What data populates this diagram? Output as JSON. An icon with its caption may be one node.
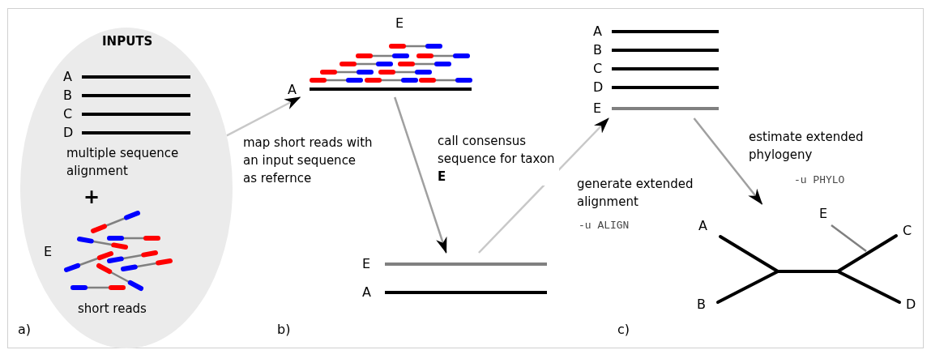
{
  "diagram": {
    "nodes": [
      {
        "text": [
          "INPUTS",
          "A",
          "B",
          "C",
          "D",
          "multiple sequence alignment",
          "+",
          "E",
          "short reads"
        ]
      },
      {
        "text": [
          "E",
          "A"
        ]
      },
      {
        "text": [
          "E",
          "A"
        ]
      },
      {
        "text": [
          "A",
          "B",
          "C",
          "D",
          "E"
        ]
      },
      {
        "text": [
          "A",
          "E",
          "C",
          "B",
          "D"
        ]
      }
    ],
    "edges": [
      {
        "from": 0,
        "to": 1,
        "arrow": "to",
        "label": "map short reads with an input sequence as refernce",
        "color": "#c8c8c8"
      },
      {
        "from": 1,
        "to": 2,
        "arrow": "to",
        "label": "call consensus sequence for taxon **E**",
        "color": "#a0a0a0"
      },
      {
        "from": 2,
        "to": 3,
        "arrow": "to",
        "label": "generate extended alignment",
        "color": "#c8c8c8"
      },
      {
        "from": 3,
        "to": 4,
        "arrow": "to",
        "label": "estimate extended phylogeny",
        "color": "#a0a0a0"
      }
    ],
    "labels": [
      "-u PHYLO",
      "-u ALIGN",
      "a)",
      "b)",
      "c)"
    ]
  }
}
